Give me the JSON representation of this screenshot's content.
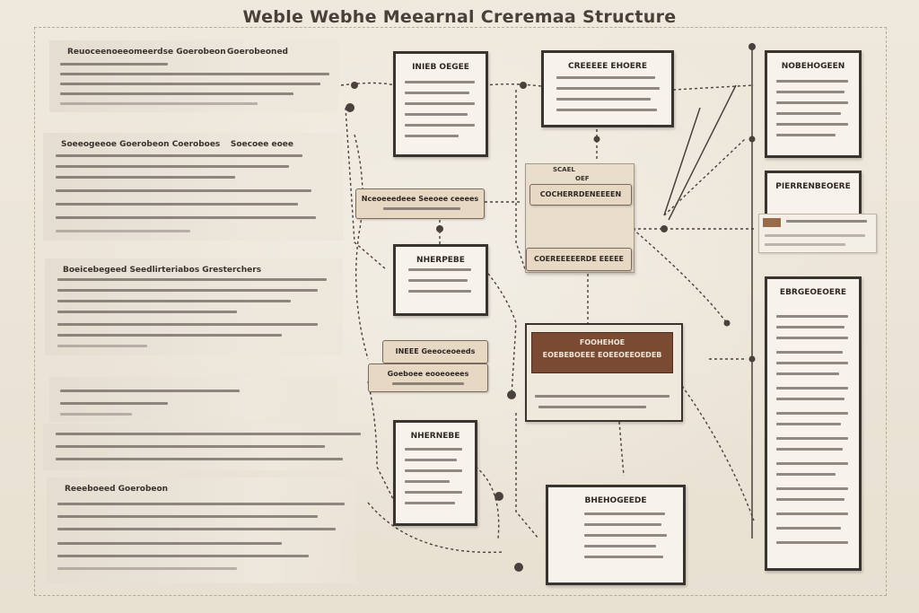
{
  "title": "Weble Webhe Meearnal Creremaa Structure",
  "left_panels": [
    {
      "heading": "Reuoceenoeeomeerdse Goerobeon",
      "side": "Goerobeoned"
    },
    {
      "heading": "Soeeogeeoe Goerobeon Coeroboes",
      "side": "Soecoee eoee"
    },
    {
      "heading": "Boeicebegeed Seedlirteriabos Gresterchers",
      "side": ""
    },
    {
      "heading": "",
      "side": ""
    },
    {
      "heading": "Reeeboeed Goerobeon",
      "side": ""
    }
  ],
  "boxes": {
    "top_a": "INIEB OEGEE",
    "top_b": "CREEEEE EHOERE",
    "right_top": "NOBEHOGEEN",
    "right_mid": "PIERRENBEOERE",
    "center_mid": "NHERPEBE",
    "center_bot": "NHERNEBE",
    "bottom_box": "BHEHOGEEDE",
    "right_tall": "EBRGEOEOERE"
  },
  "tags": {
    "left_tag_1": "Nceoeeedeee Seeoee ceeees",
    "left_tag_2": "INEEE Geeoceoeeds",
    "left_tag_3": "Goeboee eooeoeees",
    "center_tag_top": "COCHERRDENEEEEN",
    "center_tag_low": "COEREEEEERDE EEEEE",
    "small_label": "SCAEL",
    "small_label_b": "OEF",
    "brown_head": "FOOHEHOE",
    "brown_sub": "EOEBEBOEEE EOEEOEEOEDEB"
  },
  "colors": {
    "paper": "#ece5d8",
    "ink": "#2b2522",
    "accent_brown": "#7a4a33"
  }
}
